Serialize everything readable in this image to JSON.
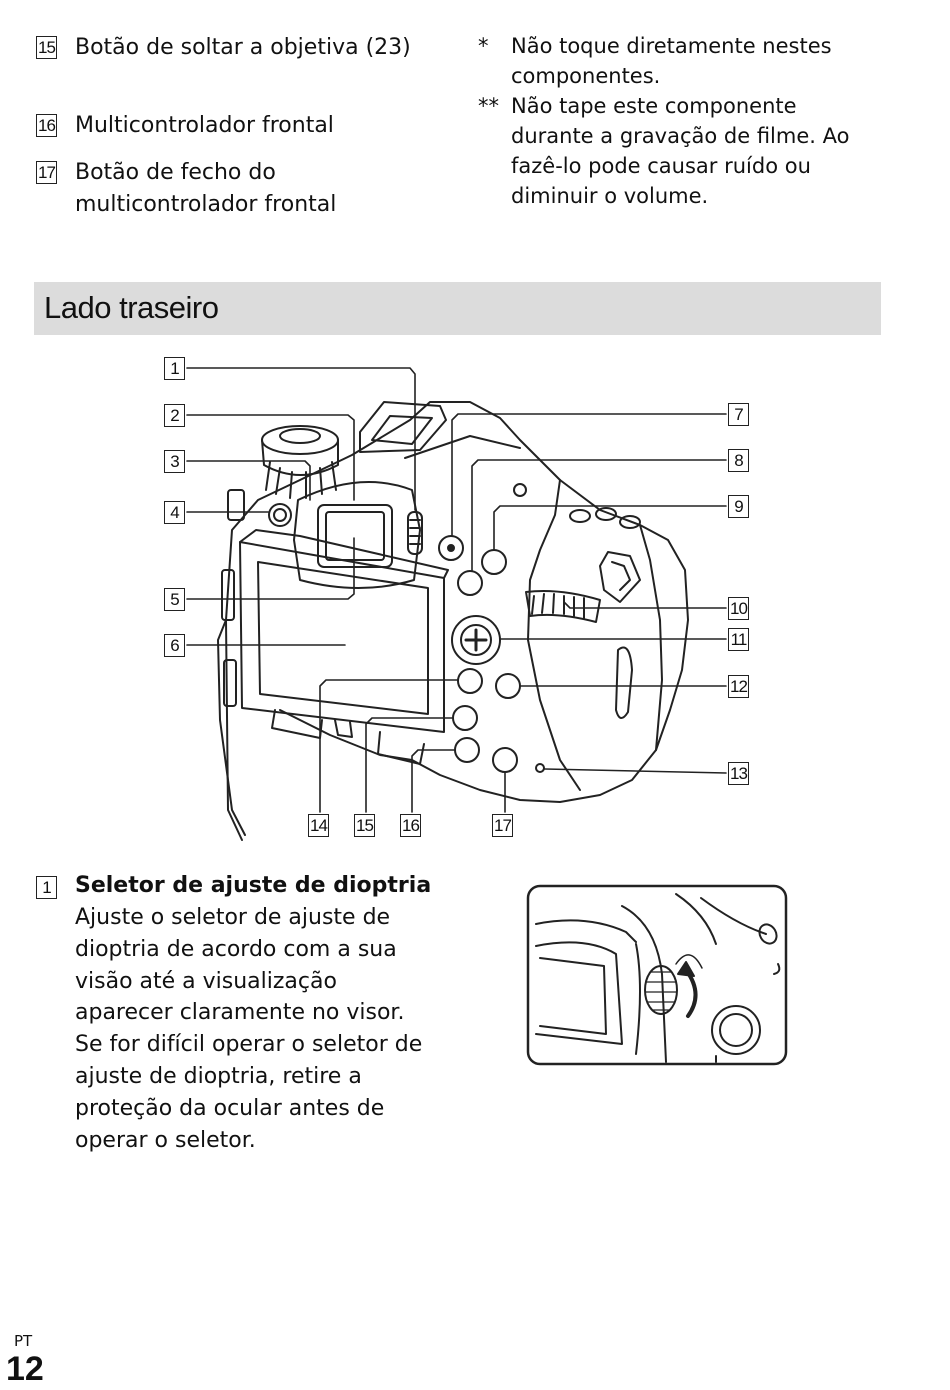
{
  "top_items": [
    {
      "num": "15",
      "text": "Botão de soltar a objetiva (23)"
    },
    {
      "num": "16",
      "text": "Multicontrolador frontal"
    },
    {
      "num": "17",
      "text": "Botão de fecho do multicontrolador frontal"
    }
  ],
  "notes": [
    {
      "mark": "*",
      "text": "Não toque diretamente nestes componentes."
    },
    {
      "mark": "**",
      "text": "Não tape este componente durante a gravação de filme. Ao fazê-lo pode causar ruído ou diminuir o volume."
    }
  ],
  "section": {
    "title": "Lado traseiro"
  },
  "diagram": {
    "left_callouts": [
      "1",
      "2",
      "3",
      "4",
      "5",
      "6"
    ],
    "right_callouts": [
      "7",
      "8",
      "9",
      "10",
      "11",
      "12",
      "13"
    ],
    "bottom_callouts": [
      "14",
      "15",
      "16",
      "17"
    ]
  },
  "description": {
    "num": "1",
    "title": "Seletor de ajuste de dioptria",
    "body": "Ajuste o seletor de ajuste de dioptria de acordo com a sua visão até a visualização aparecer claramente no visor. Se for difícil operar o seletor de ajuste de dioptria, retire a proteção da ocular antes de operar o seletor."
  },
  "footer": {
    "lang": "PT",
    "page": "12"
  }
}
